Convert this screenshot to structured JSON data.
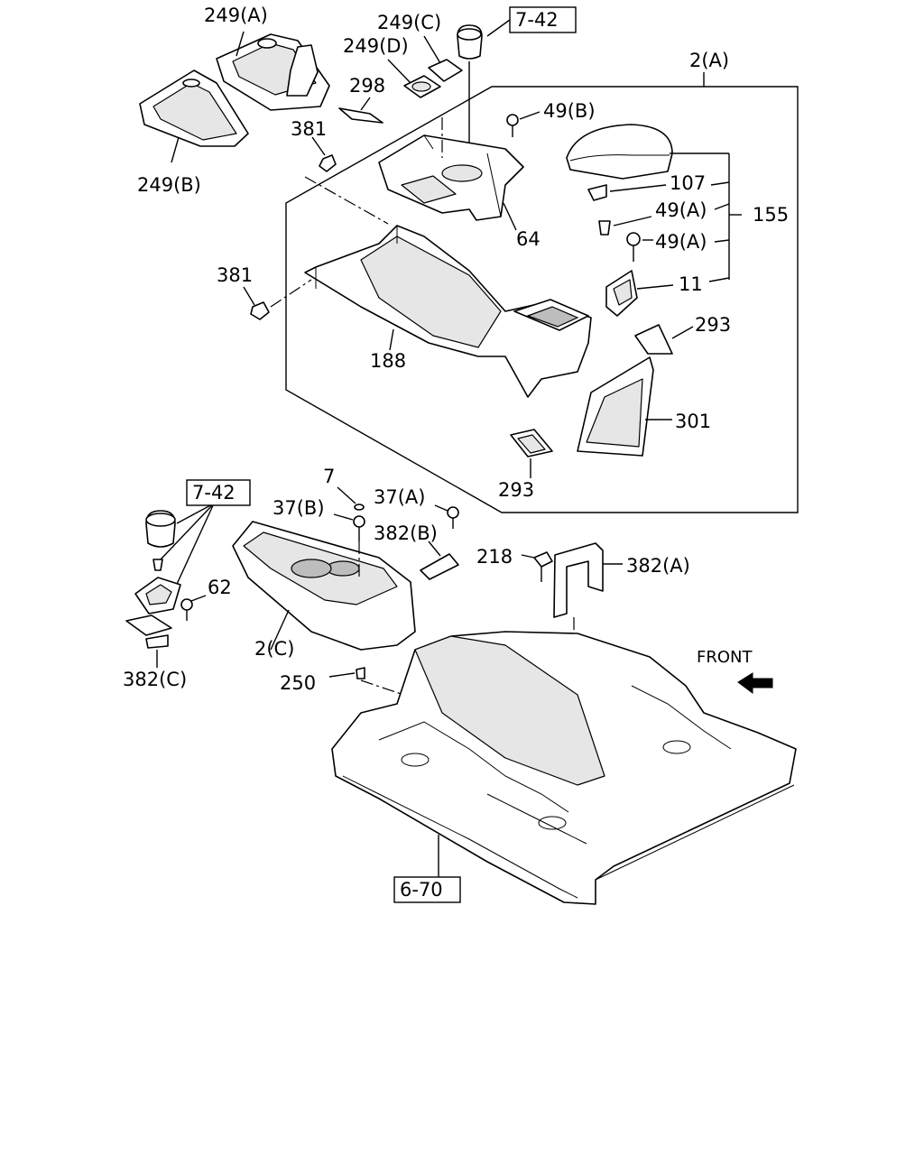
{
  "labels": {
    "l249a": "249(A)",
    "l249c": "249(C)",
    "l742top": "7-42",
    "l249d": "249(D)",
    "l298": "298",
    "l2a": "2(A)",
    "l49b": "49(B)",
    "l381a": "381",
    "l249b": "249(B)",
    "l107": "107",
    "l49a1": "49(A)",
    "l155": "155",
    "l49a2": "49(A)",
    "l64": "64",
    "l381b": "381",
    "l11": "11",
    "l293a": "293",
    "l188": "188",
    "l301": "301",
    "l293b": "293",
    "l7": "7",
    "l742left": "7-42",
    "l37b": "37(B)",
    "l37a": "37(A)",
    "l382b": "382(B)",
    "l218": "218",
    "l382a": "382(A)",
    "l62": "62",
    "l2c": "2(C)",
    "lfront": "FRONT",
    "l250": "250",
    "l382c": "382(C)",
    "l670": "6-70"
  }
}
